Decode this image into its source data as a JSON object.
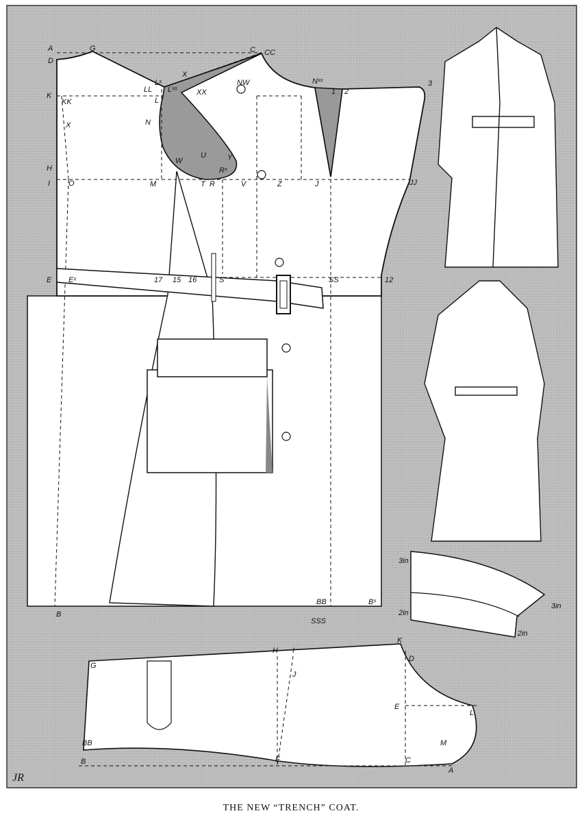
{
  "caption": "THE NEW “TRENCH” COAT.",
  "monogram": "JR",
  "colors": {
    "background": "#b9b9b9",
    "paper": "#ffffff",
    "ink": "#111111",
    "armhole": "#9a9a9a"
  },
  "body_labels": {
    "A": "A",
    "G": "G",
    "D": "D",
    "C": "C",
    "CC": "CC",
    "Lx": "Lˣ",
    "LL": "LL",
    "Lxx": "Lˣˣ",
    "X1": "X",
    "XX": "XX",
    "K": "K",
    "KK": "KK",
    "L": "L",
    "N": "N",
    "X2": "X",
    "NW": "NW",
    "Nxx": "Nˣˣ",
    "one": "1",
    "two": "2",
    "three": "3",
    "H": "H",
    "I": "I",
    "O": "O",
    "M": "M",
    "W": "W",
    "U": "U",
    "Y": "Y",
    "Rx": "Rˣ",
    "T": "T",
    "R": "R",
    "V": "V",
    "Z": "Z",
    "J": "J",
    "JJ": "JJ",
    "E": "E",
    "Ex": "Eˣ",
    "n17": "17",
    "n15": "15",
    "n16": "16",
    "S": "S",
    "SS": "SS",
    "n12": "12",
    "B": "B",
    "BB": "BB",
    "Bx": "Bˣ",
    "SSS": "SSS"
  },
  "collar_labels": {
    "top": "3in",
    "bottom": "2in",
    "tip": "3in",
    "under": "2in"
  },
  "sleeve_labels": {
    "G": "G",
    "H": "H",
    "I": "I",
    "J": "J",
    "K": "K",
    "D": "D",
    "E": "E",
    "L": "L",
    "M": "M",
    "BB": "BB",
    "B": "B",
    "F": "F",
    "C": "C",
    "A": "A"
  }
}
